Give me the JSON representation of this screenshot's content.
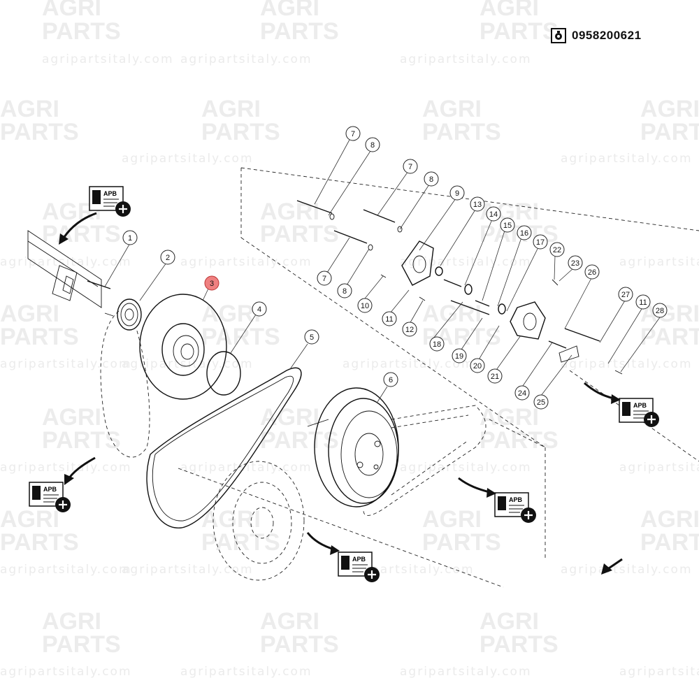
{
  "watermark": {
    "line1": "AGRI",
    "line2": "PARTS",
    "url": "agripartsitaly.com"
  },
  "header": {
    "part_number": "0958200621",
    "part_icon": "gear-box-icon"
  },
  "callouts": [
    {
      "label": "1"
    },
    {
      "label": "2"
    },
    {
      "label": "3",
      "highlight": "#ef8080"
    },
    {
      "label": "4"
    },
    {
      "label": "5"
    },
    {
      "label": "6"
    },
    {
      "label": "7"
    },
    {
      "label": "8"
    },
    {
      "label": "7"
    },
    {
      "label": "8"
    },
    {
      "label": "7"
    },
    {
      "label": "8"
    },
    {
      "label": "9"
    },
    {
      "label": "10"
    },
    {
      "label": "11"
    },
    {
      "label": "12"
    },
    {
      "label": "13"
    },
    {
      "label": "14"
    },
    {
      "label": "15"
    },
    {
      "label": "16"
    },
    {
      "label": "17"
    },
    {
      "label": "18"
    },
    {
      "label": "19"
    },
    {
      "label": "20"
    },
    {
      "label": "21"
    },
    {
      "label": "22"
    },
    {
      "label": "23"
    },
    {
      "label": "24"
    },
    {
      "label": "25"
    },
    {
      "label": "26"
    },
    {
      "label": "27"
    },
    {
      "label": "11"
    },
    {
      "label": "28"
    }
  ],
  "links": [
    {
      "label": "APB"
    },
    {
      "label": "APB"
    },
    {
      "label": "APB"
    },
    {
      "label": "APB"
    },
    {
      "label": "APB"
    }
  ]
}
